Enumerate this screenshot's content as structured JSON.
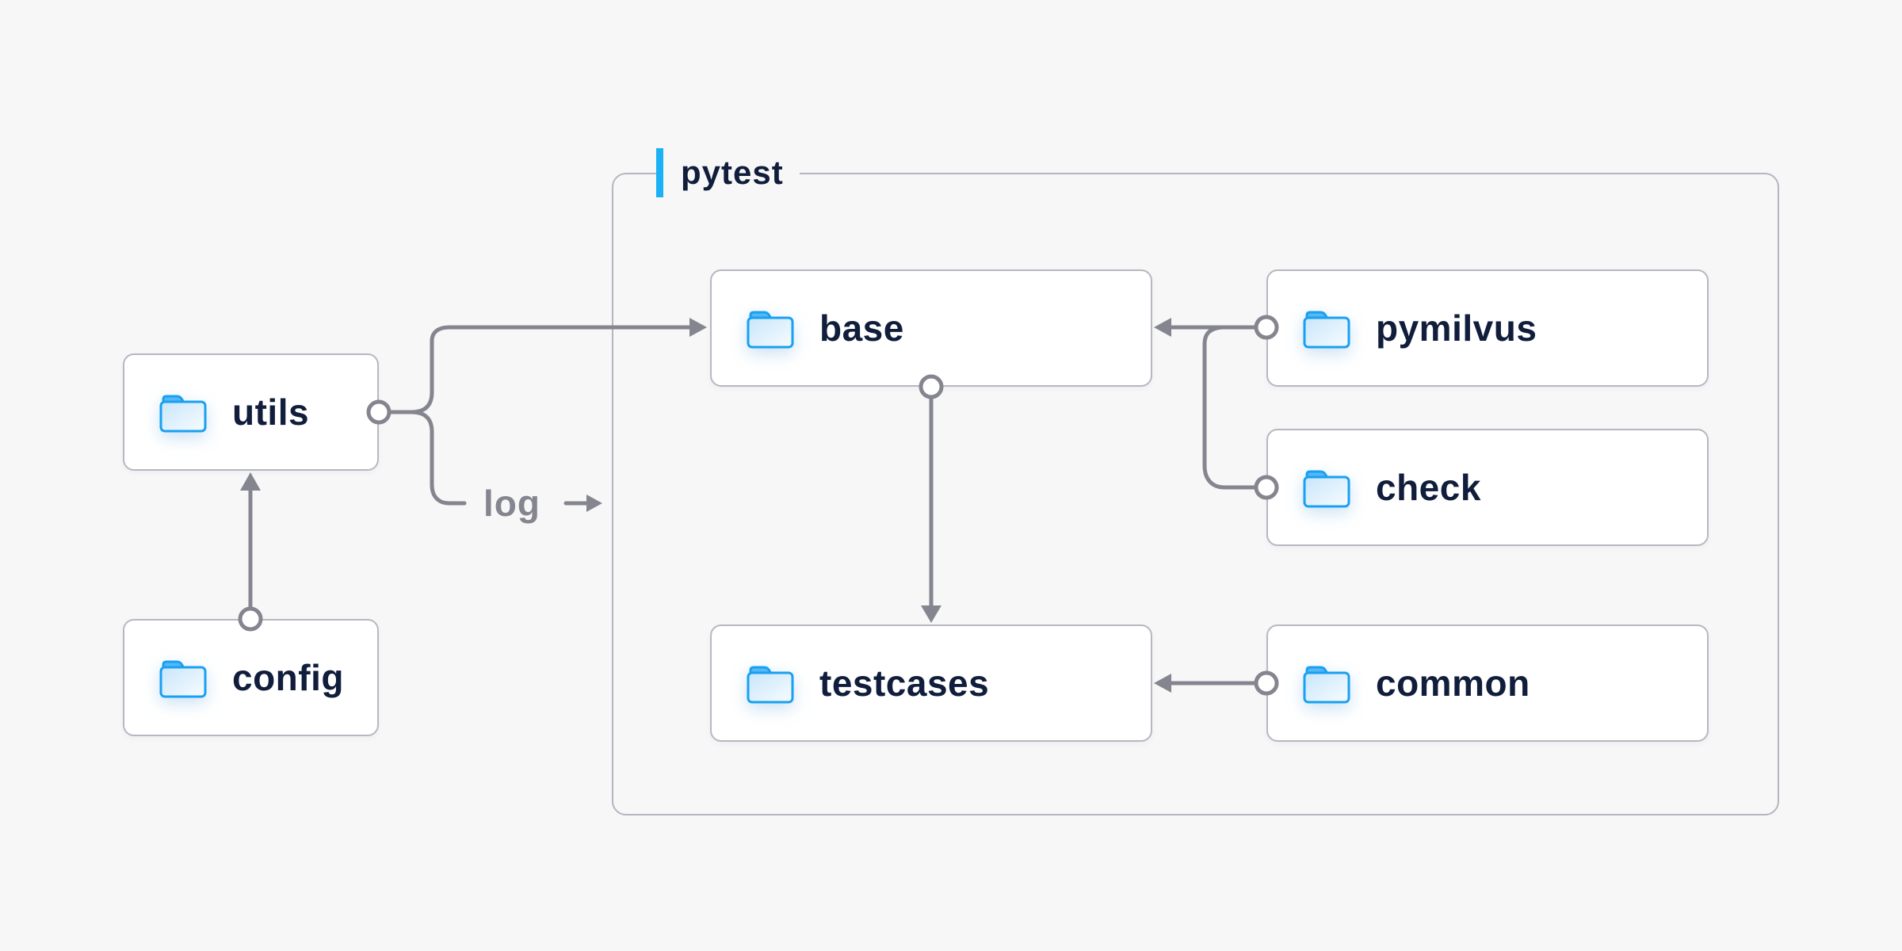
{
  "diagram": {
    "group_label": "pytest",
    "log_label": "log",
    "nodes": {
      "utils": {
        "label": "utils",
        "icon": "folder-icon"
      },
      "config": {
        "label": "config",
        "icon": "folder-icon"
      },
      "base": {
        "label": "base",
        "icon": "folder-icon"
      },
      "pymilvus": {
        "label": "pymilvus",
        "icon": "folder-icon"
      },
      "check": {
        "label": "check",
        "icon": "folder-icon"
      },
      "testcases": {
        "label": "testcases",
        "icon": "folder-icon"
      },
      "common": {
        "label": "common",
        "icon": "folder-icon"
      }
    },
    "edges": [
      {
        "from": "config",
        "to": "utils",
        "style": "arrow"
      },
      {
        "from": "utils",
        "to": "base",
        "style": "arrow"
      },
      {
        "from": "utils",
        "to": "log",
        "style": "labeled-arrow"
      },
      {
        "from": "base",
        "to": "testcases",
        "style": "arrow"
      },
      {
        "from": "pymilvus",
        "to": "base",
        "style": "arrow"
      },
      {
        "from": "check",
        "to": "base",
        "style": "arrow-merged"
      },
      {
        "from": "common",
        "to": "testcases",
        "style": "arrow"
      }
    ],
    "colors": {
      "background": "#f7f7f8",
      "accent_blue": "#1ab1f5",
      "node_background": "#ffffff",
      "node_border": "#b7b7c1",
      "group_border": "#b5b5c0",
      "connector_gray": "#85858f",
      "text_navy": "#101d3b",
      "muted_gray_text": "#85858f",
      "folder_stroke": "#18a0f2",
      "folder_tab": "#55b7f3"
    }
  }
}
